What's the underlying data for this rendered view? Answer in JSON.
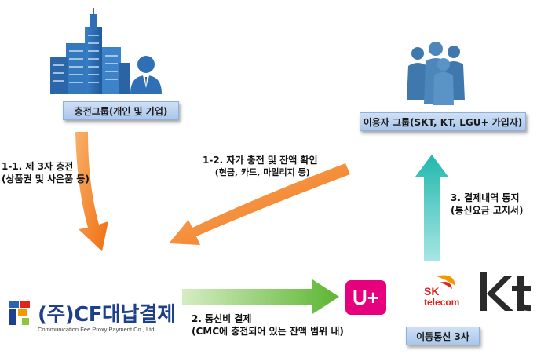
{
  "charging_group": {
    "label": "충전그룹(개인 및 기업)"
  },
  "user_group": {
    "label": "이용자 그룹(SKT, KT, LGU+ 가입자)"
  },
  "step_1_1": {
    "title": "1-1. 제 3자 충전",
    "sub": "(상품권 및 사은품 등)"
  },
  "step_1_2": {
    "title": "1-2. 자가 충전 및 잔액 확인",
    "sub": "(현금, 카드, 마일리지 등)"
  },
  "step_2": {
    "title": "2. 통신비 결제",
    "sub": "(CMC에 충전되어 있는 잔액 범위 내)"
  },
  "step_3": {
    "title": "3. 결제내역 통지",
    "sub": "(통신요금 고지서)"
  },
  "company": {
    "name": "(주)CF대납결제",
    "sub": "Communication Fee Proxy Payment Co., Ltd."
  },
  "carriers": {
    "label": "이동통신 3사",
    "lgu_logo": "U+",
    "sk_logo": "SK",
    "sk_logo_sub": "telecom",
    "kt_logo": "kt"
  },
  "colors": {
    "orange": "#f07a1f",
    "green": "#5cb531",
    "teal": "#2ebfb6",
    "building": "#2f6fb5",
    "people": "#3f78ad",
    "lgu": "#e6007e",
    "sk_red": "#e2231a",
    "sk_orange": "#f39800"
  },
  "icons": [
    "building-icon",
    "business-person-icon",
    "business-people-icon",
    "cf-logo-icon",
    "lgu-logo-icon",
    "sk-telecom-logo-icon",
    "kt-logo-icon"
  ]
}
